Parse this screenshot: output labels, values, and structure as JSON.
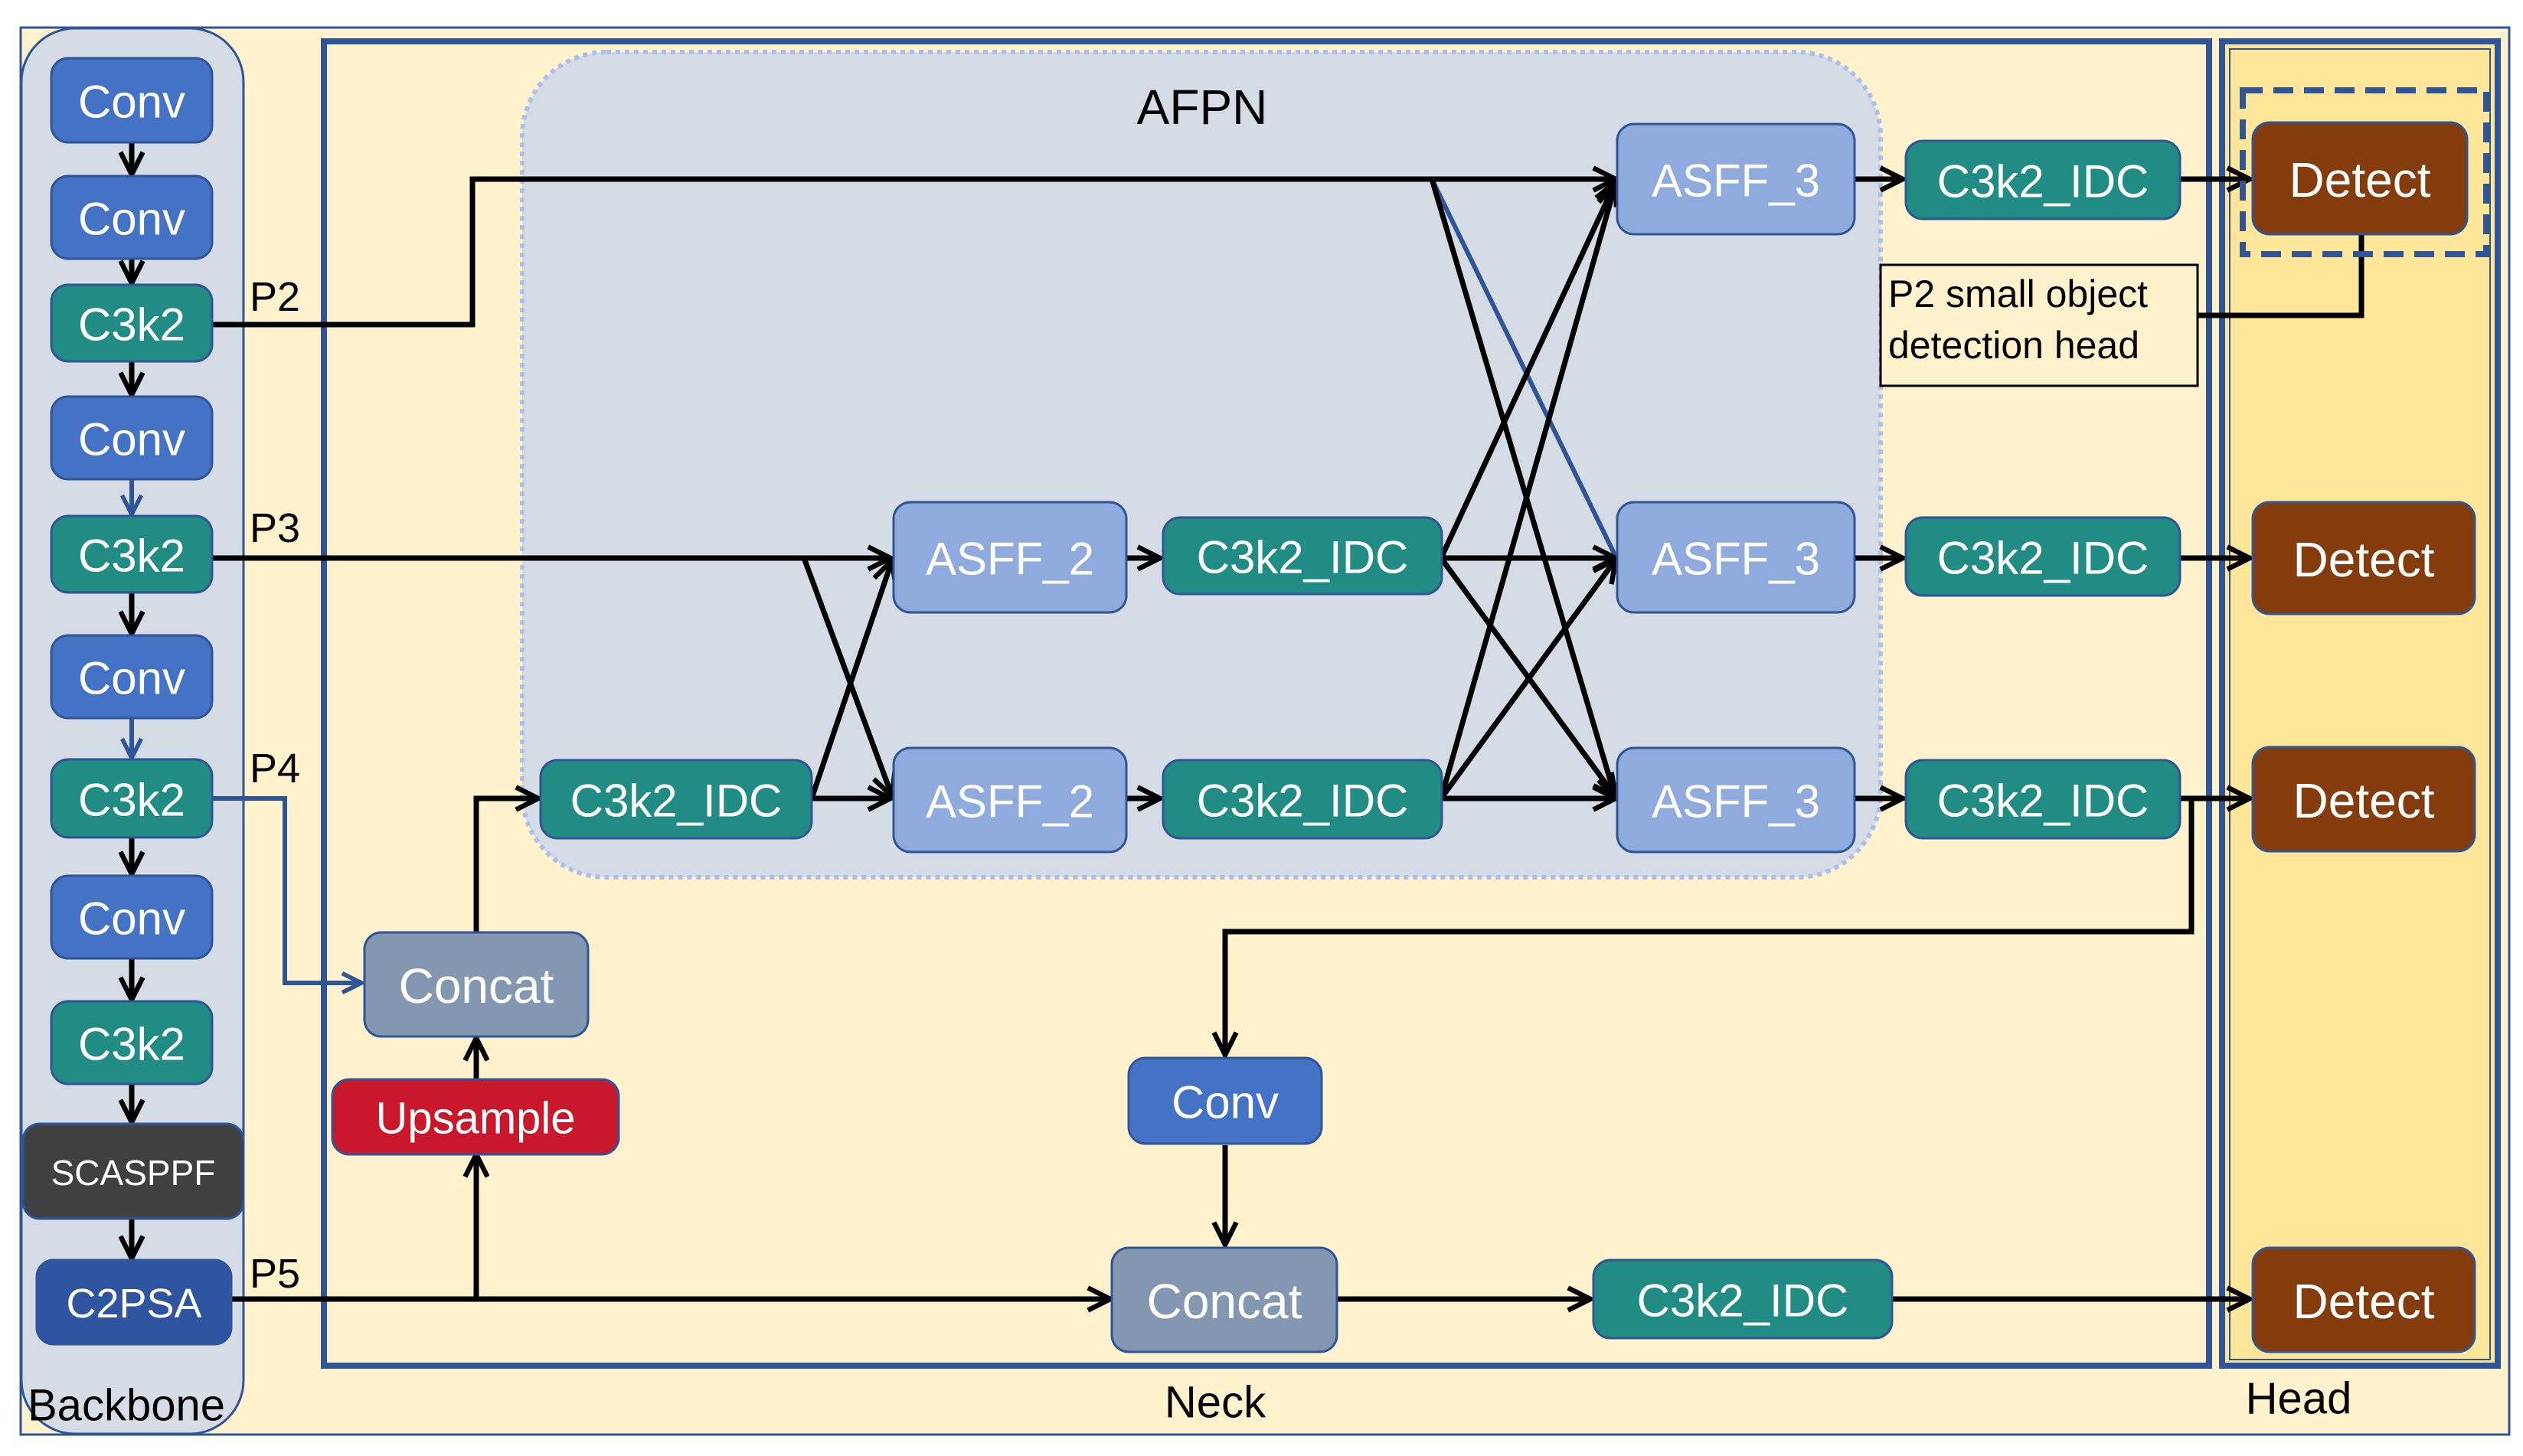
{
  "diagram": {
    "colors": {
      "canvas_bg": "#fff2cc",
      "backbone_bg": "#d6dce5",
      "afpn_bg": "#d6dce5",
      "head_bg": "#ffe699",
      "frame_border": "#2f5597",
      "conv": "#4472c4",
      "c3k2": "#218c83",
      "asff": "#8faadc",
      "concat": "#8497b0",
      "upsample": "#c9182c",
      "scasppf": "#404040",
      "c2psa": "#2f55a0",
      "detect": "#843c0c",
      "edge": "#000000",
      "edge_highlight": "#2f5597"
    },
    "sections": {
      "backbone": "Backbone",
      "neck": "Neck",
      "head": "Head",
      "afpn": "AFPN"
    },
    "backbone_nodes": [
      {
        "id": "bb-conv-1",
        "label": "Conv",
        "type": "conv"
      },
      {
        "id": "bb-conv-2",
        "label": "Conv",
        "type": "conv"
      },
      {
        "id": "bb-c3k2-1",
        "label": "C3k2",
        "type": "c3k2"
      },
      {
        "id": "bb-conv-3",
        "label": "Conv",
        "type": "conv"
      },
      {
        "id": "bb-c3k2-2",
        "label": "C3k2",
        "type": "c3k2"
      },
      {
        "id": "bb-conv-4",
        "label": "Conv",
        "type": "conv"
      },
      {
        "id": "bb-c3k2-3",
        "label": "C3k2",
        "type": "c3k2"
      },
      {
        "id": "bb-conv-5",
        "label": "Conv",
        "type": "conv"
      },
      {
        "id": "bb-c3k2-4",
        "label": "C3k2",
        "type": "c3k2"
      },
      {
        "id": "bb-scasppf",
        "label": "SCASPPF",
        "type": "scasppf"
      },
      {
        "id": "bb-c2psa",
        "label": "C2PSA",
        "type": "c2psa"
      }
    ],
    "feature_labels": [
      "P2",
      "P3",
      "P4",
      "P5"
    ],
    "neck_nodes": [
      {
        "id": "nk-concat-1",
        "label": "Concat",
        "type": "concat"
      },
      {
        "id": "nk-upsample",
        "label": "Upsample",
        "type": "upsample"
      },
      {
        "id": "afpn-c3k2idc-in",
        "label": "C3k2_IDC",
        "type": "c3k2"
      },
      {
        "id": "afpn-asff2-top",
        "label": "ASFF_2",
        "type": "asff"
      },
      {
        "id": "afpn-asff2-bot",
        "label": "ASFF_2",
        "type": "asff"
      },
      {
        "id": "afpn-c3k2idc-mid-top",
        "label": "C3k2_IDC",
        "type": "c3k2"
      },
      {
        "id": "afpn-c3k2idc-mid-bot",
        "label": "C3k2_IDC",
        "type": "c3k2"
      },
      {
        "id": "afpn-asff3-1",
        "label": "ASFF_3",
        "type": "asff"
      },
      {
        "id": "afpn-asff3-2",
        "label": "ASFF_3",
        "type": "asff"
      },
      {
        "id": "afpn-asff3-3",
        "label": "ASFF_3",
        "type": "asff"
      },
      {
        "id": "nk-c3k2idc-out-1",
        "label": "C3k2_IDC",
        "type": "c3k2"
      },
      {
        "id": "nk-c3k2idc-out-2",
        "label": "C3k2_IDC",
        "type": "c3k2"
      },
      {
        "id": "nk-c3k2idc-out-3",
        "label": "C3k2_IDC",
        "type": "c3k2"
      },
      {
        "id": "nk-conv",
        "label": "Conv",
        "type": "conv"
      },
      {
        "id": "nk-concat-2",
        "label": "Concat",
        "type": "concat"
      },
      {
        "id": "nk-c3k2idc-out-4",
        "label": "C3k2_IDC",
        "type": "c3k2"
      }
    ],
    "head_nodes": [
      {
        "id": "hd-detect-1",
        "label": "Detect",
        "type": "detect"
      },
      {
        "id": "hd-detect-2",
        "label": "Detect",
        "type": "detect"
      },
      {
        "id": "hd-detect-3",
        "label": "Detect",
        "type": "detect"
      },
      {
        "id": "hd-detect-4",
        "label": "Detect",
        "type": "detect"
      }
    ],
    "annotation": {
      "line1": "P2 small object",
      "line2": "detection head"
    }
  }
}
